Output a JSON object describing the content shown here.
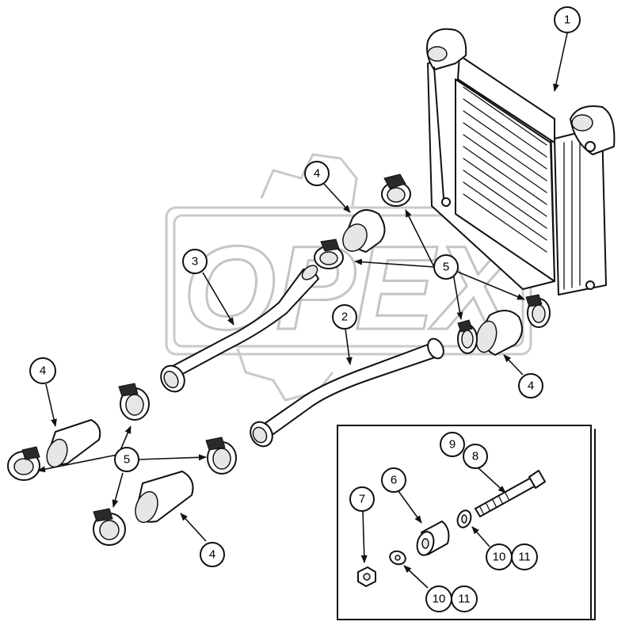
{
  "watermark": {
    "text": "OPEX"
  },
  "callouts": {
    "c1": "1",
    "c2": "2",
    "c3": "3",
    "c4a": "4",
    "c4b": "4",
    "c4c": "4",
    "c4d": "4",
    "c5a": "5",
    "c5b": "5",
    "c6": "6",
    "c7": "7",
    "c8": "8",
    "c9": "9",
    "c10a": "10",
    "c11a": "11",
    "c10b": "10",
    "c11b": "11"
  },
  "parts": [
    {
      "number": "1",
      "icon": "intercooler"
    },
    {
      "number": "2",
      "icon": "air-pipe"
    },
    {
      "number": "3",
      "icon": "air-pipe"
    },
    {
      "number": "4",
      "icon": "hose-sleeve"
    },
    {
      "number": "5",
      "icon": "hose-clamp"
    },
    {
      "number": "6",
      "icon": "spacer-bushing"
    },
    {
      "number": "7",
      "icon": "nut"
    },
    {
      "number": "8",
      "icon": "bolt"
    },
    {
      "number": "9",
      "icon": "bolt"
    },
    {
      "number": "10",
      "icon": "washer"
    },
    {
      "number": "11",
      "icon": "washer"
    }
  ]
}
